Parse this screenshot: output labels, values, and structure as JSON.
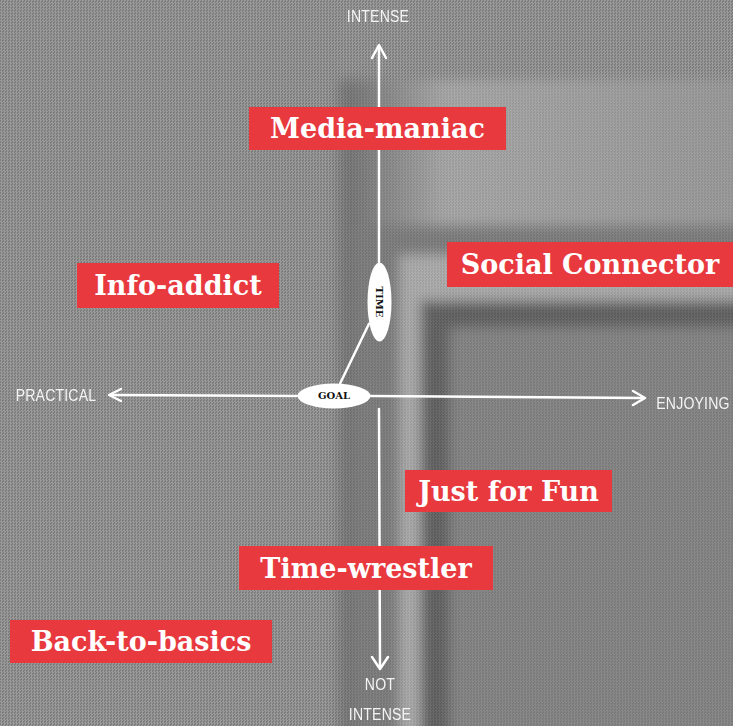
{
  "diagram": {
    "nodes": [
      {
        "text": [
          "Media-maniac"
        ]
      },
      {
        "text": [
          "Social Connector"
        ]
      },
      {
        "text": [
          "Info-addict"
        ]
      },
      {
        "text": [
          "TIME"
        ]
      },
      {
        "text": [
          "GOAL"
        ]
      },
      {
        "text": [
          "Just for Fun"
        ]
      },
      {
        "text": [
          "Time-wrestler"
        ]
      },
      {
        "text": [
          "Back-to-basics"
        ]
      }
    ],
    "edges": [
      {
        "from": 4,
        "to": 3,
        "arrow": "none"
      }
    ],
    "labels": [
      "INTENSE",
      "PRACTICAL",
      "ENJOYING",
      "NOT INTENSE"
    ]
  }
}
